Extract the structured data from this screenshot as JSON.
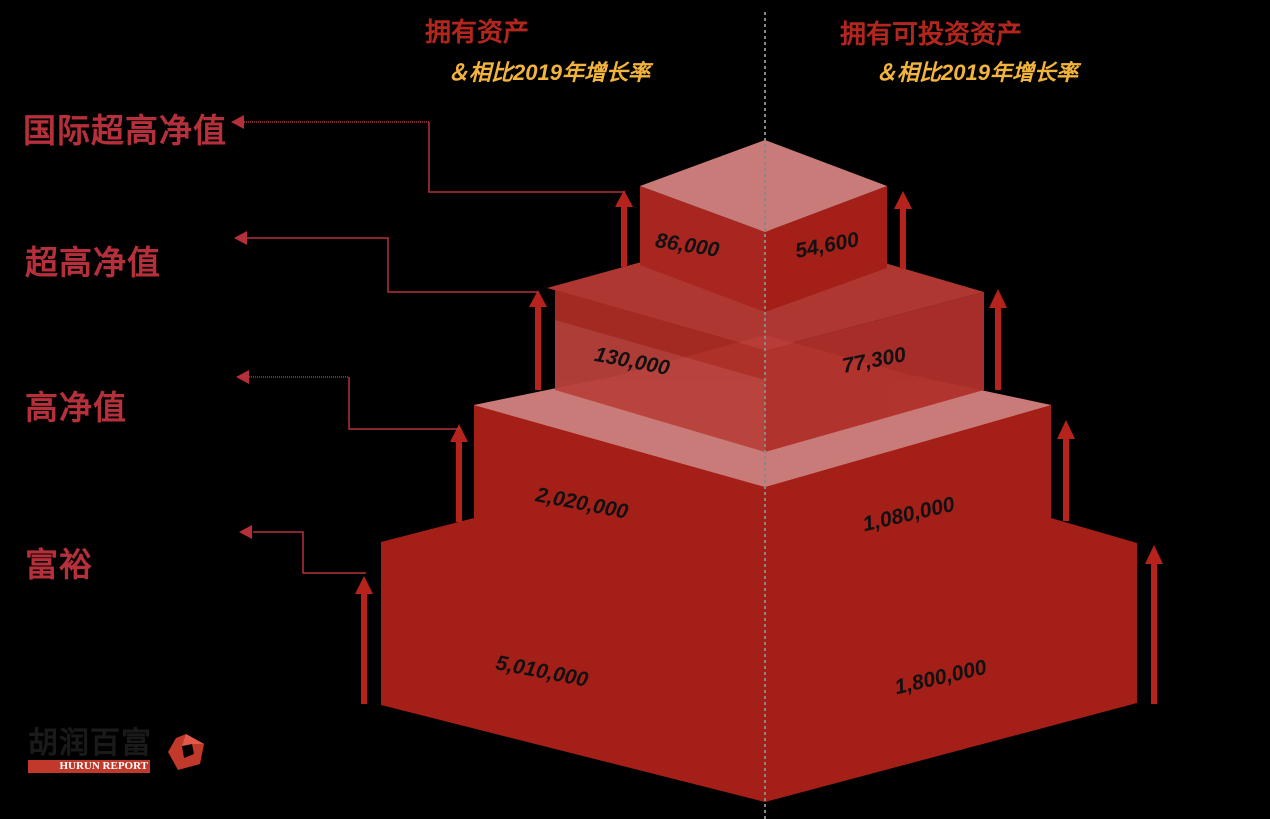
{
  "headers": {
    "left": {
      "title": "拥有资产",
      "subtitle": "＆相比2019年增长率"
    },
    "right": {
      "title": "拥有可投资资产",
      "subtitle": "＆相比2019年增长率"
    }
  },
  "tiers": [
    {
      "label": "国际超高净值",
      "assets": "86,000",
      "investable_assets": "54,600"
    },
    {
      "label": "超高净值",
      "assets": "130,000",
      "investable_assets": "77,300"
    },
    {
      "label": "高净值",
      "assets": "2,020,000",
      "investable_assets": "1,080,000"
    },
    {
      "label": "富裕",
      "assets": "5,010,000",
      "investable_assets": "1,800,000"
    }
  ],
  "logo": {
    "cn": "胡润百富",
    "en": "HURUN REPORT"
  },
  "colors": {
    "background": "#000000",
    "pyramid_dark": "#a31f18",
    "pyramid_light": "#c97b79",
    "label_red": "#b5303a",
    "subtitle_gold": "#f2b43c",
    "divider": "#888888"
  },
  "chart_data": {
    "type": "table",
    "title": "Wealth pyramid: households by tier",
    "columns": [
      "拥有资产",
      "拥有可投资资产"
    ],
    "categories": [
      "国际超高净值",
      "超高净值",
      "高净值",
      "富裕"
    ],
    "series": [
      {
        "name": "拥有资产",
        "values": [
          86000,
          130000,
          2020000,
          5010000
        ]
      },
      {
        "name": "拥有可投资资产",
        "values": [
          54600,
          77300,
          1080000,
          1800000
        ]
      }
    ]
  }
}
